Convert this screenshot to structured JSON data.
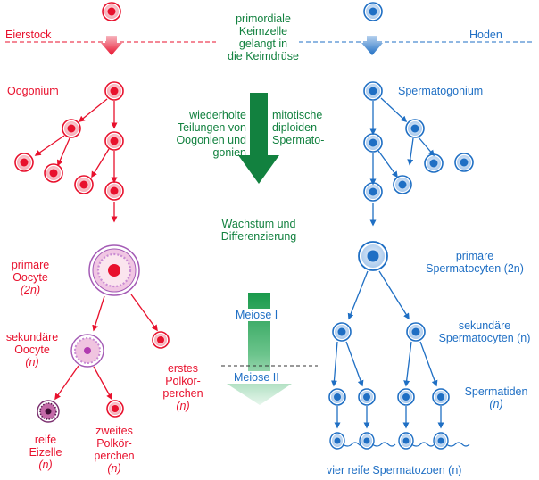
{
  "center": {
    "intro": [
      "primordiale",
      "Keimzelle",
      "gelangt in",
      "die Keimdrüse"
    ],
    "mitosis_left": [
      "wiederholte",
      "Teilungen von",
      "Oogonien und"
    ],
    "mitosis_right": [
      "mitotische",
      "diploiden",
      "Spermato-"
    ],
    "mitosis_end": "gonien",
    "growth": [
      "Wachstum und",
      "Differenzierung"
    ],
    "meiosis1": "Meiose I",
    "meiosis2": "Meiose II"
  },
  "female": {
    "organ": "Eierstock",
    "oogonium": "Oogonium",
    "primary_oocyte": [
      "primäre",
      "Oocyte",
      "(2n)"
    ],
    "secondary_oocyte": [
      "sekundäre",
      "Oocyte",
      "(n)"
    ],
    "first_polar_body": [
      "erstes",
      "Polkör-",
      "perchen",
      "(n)"
    ],
    "egg": [
      "reife",
      "Eizelle",
      "(n)"
    ],
    "second_polar_body": [
      "zweites",
      "Polkör-",
      "perchen",
      "(n)"
    ]
  },
  "male": {
    "organ": "Hoden",
    "spermatogonium": "Spermatogonium",
    "primary_spermatocytes": [
      "primäre",
      "Spermatocyten (2n)"
    ],
    "secondary_spermatocytes": [
      "sekundäre",
      "Spermatocyten (n)"
    ],
    "spermatids": [
      "Spermatiden",
      "(n)"
    ],
    "spermatozoa": "vier reife Spermatozoen (n)"
  },
  "colors": {
    "female": "#e8112d",
    "male": "#1f6fc4",
    "green": "#12813f",
    "female_cell_fill": "#f9c9cf",
    "male_cell_fill": "#cfe1f5"
  }
}
